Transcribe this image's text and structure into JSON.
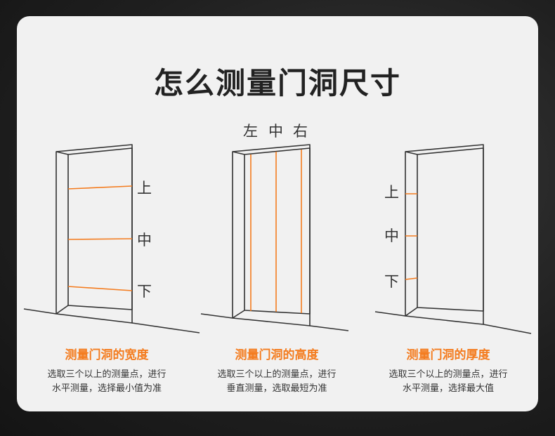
{
  "title": "怎么测量门洞尺寸",
  "accent_color": "#f47c1f",
  "panels": [
    {
      "labels": [
        "上",
        "中",
        "下"
      ],
      "heading": "测量门洞的宽度",
      "desc_line1": "选取三个以上的测量点，进行",
      "desc_line2": "水平测量，选择最小值为准"
    },
    {
      "labels": [
        "左",
        "中",
        "右"
      ],
      "heading": "测量门洞的高度",
      "desc_line1": "选取三个以上的测量点，进行",
      "desc_line2": "垂直测量，选取最短为准"
    },
    {
      "labels": [
        "上",
        "中",
        "下"
      ],
      "heading": "测量门洞的厚度",
      "desc_line1": "选取三个以上的测量点，进行",
      "desc_line2": "水平测量，选择最大值"
    }
  ]
}
